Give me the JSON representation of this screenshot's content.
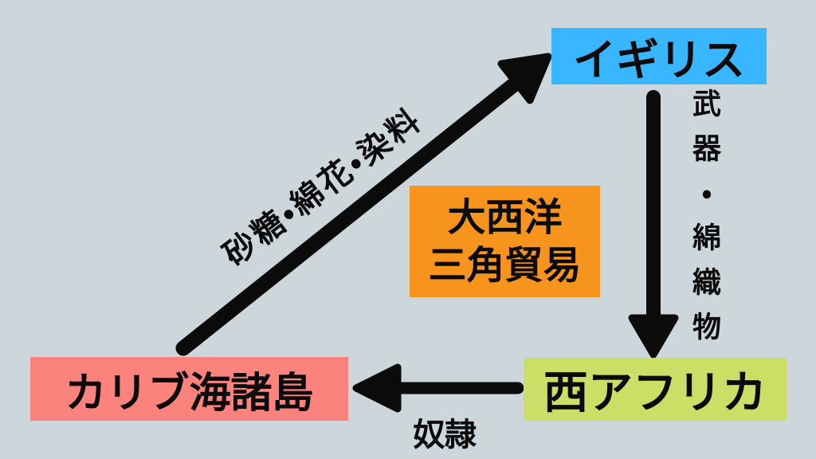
{
  "diagram": {
    "background_color": "#CDD6DB",
    "arrow_color": "#0b0b0b",
    "center_box": {
      "line1": "大西洋",
      "line2": "三角貿易",
      "color": "#F7941D"
    },
    "nodes": {
      "britain": {
        "label": "イギリス",
        "color": "#38B6FF"
      },
      "west_africa": {
        "label": "西アフリカ",
        "color": "#CBDE66"
      },
      "caribbean": {
        "label": "カリブ海諸島",
        "color": "#FB827D"
      }
    },
    "edges": {
      "caribbean_to_britain": {
        "label": "砂糖・綿花・染料",
        "from": "カリブ海諸島",
        "to": "イギリス",
        "direction": "diagonal-up-right"
      },
      "britain_to_west_africa": {
        "label": "武器・綿織物",
        "from": "イギリス",
        "to": "西アフリカ",
        "direction": "down"
      },
      "west_africa_to_caribbean": {
        "label": "奴隷",
        "from": "西アフリカ",
        "to": "カリブ海諸島",
        "direction": "left"
      }
    }
  }
}
